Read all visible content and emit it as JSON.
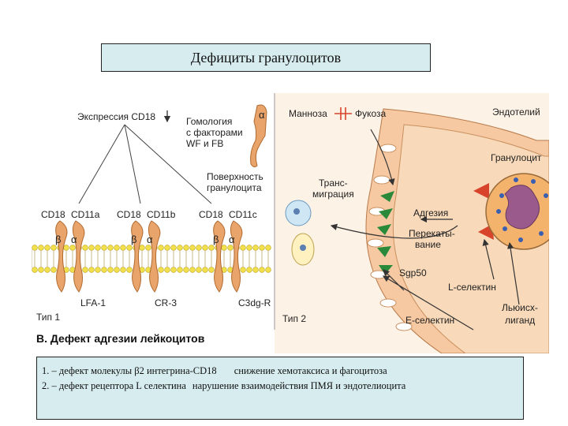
{
  "title": "Дефициты гранулоцитов",
  "left_panel": {
    "cd18_expression": "Экспрессия CD18",
    "homology": [
      "Гомология",
      "с факторами",
      "WF и FB"
    ],
    "alpha_symbol": "α",
    "surface": [
      "Поверхность",
      "гранулоцита"
    ],
    "receptors": [
      {
        "cd18": "CD18",
        "cd11": "CD11a",
        "beta": "β",
        "alpha": "α",
        "name": "LFA-1"
      },
      {
        "cd18": "CD18",
        "cd11": "CD11b",
        "beta": "β",
        "alpha": "α",
        "name": "CR-3"
      },
      {
        "cd18": "CD18",
        "cd11": "CD11c",
        "beta": "β",
        "alpha": "α",
        "name": "C3dg-R"
      }
    ],
    "type1": "Тип 1",
    "caption": "В. Дефект адгезии лейкоцитов"
  },
  "right_panel": {
    "mannose": "Манноза",
    "fucose": "Фукоза",
    "endothelium": "Эндотелий",
    "transmigration": [
      "Транс-",
      "миграция"
    ],
    "granulocyte": "Гранулоцит",
    "adhesion": "Адгезия",
    "rolling": [
      "Перекаты-",
      "вание"
    ],
    "sgp50": "Sgp50",
    "l_selectin": "L-селектин",
    "e_selectin": "E-селектин",
    "lewis": [
      "Льюисx-",
      "лиганд"
    ],
    "type2": "Тип 2"
  },
  "caption": {
    "line1": {
      "cause": "1. – дефект молекулы β2 интегрина-CD18",
      "effect": "снижение хемотаксиса и фагоцитоза"
    },
    "line2": {
      "cause": "2. – дефект рецептора L селектина",
      "effect": "нарушение взаимодействия ПМЯ и эндотелиоцита"
    }
  },
  "colors": {
    "box_fill": "#d6ecef",
    "panel_left": "#ffffff",
    "panel_right": "#fdf2e6",
    "receptor": "#e8a46a",
    "membrane_head": "#f2e04a",
    "cell_fill": "#f4b36c",
    "nucleus": "#9a5a8c",
    "green": "#2b8a3a",
    "red": "#d8432b"
  }
}
